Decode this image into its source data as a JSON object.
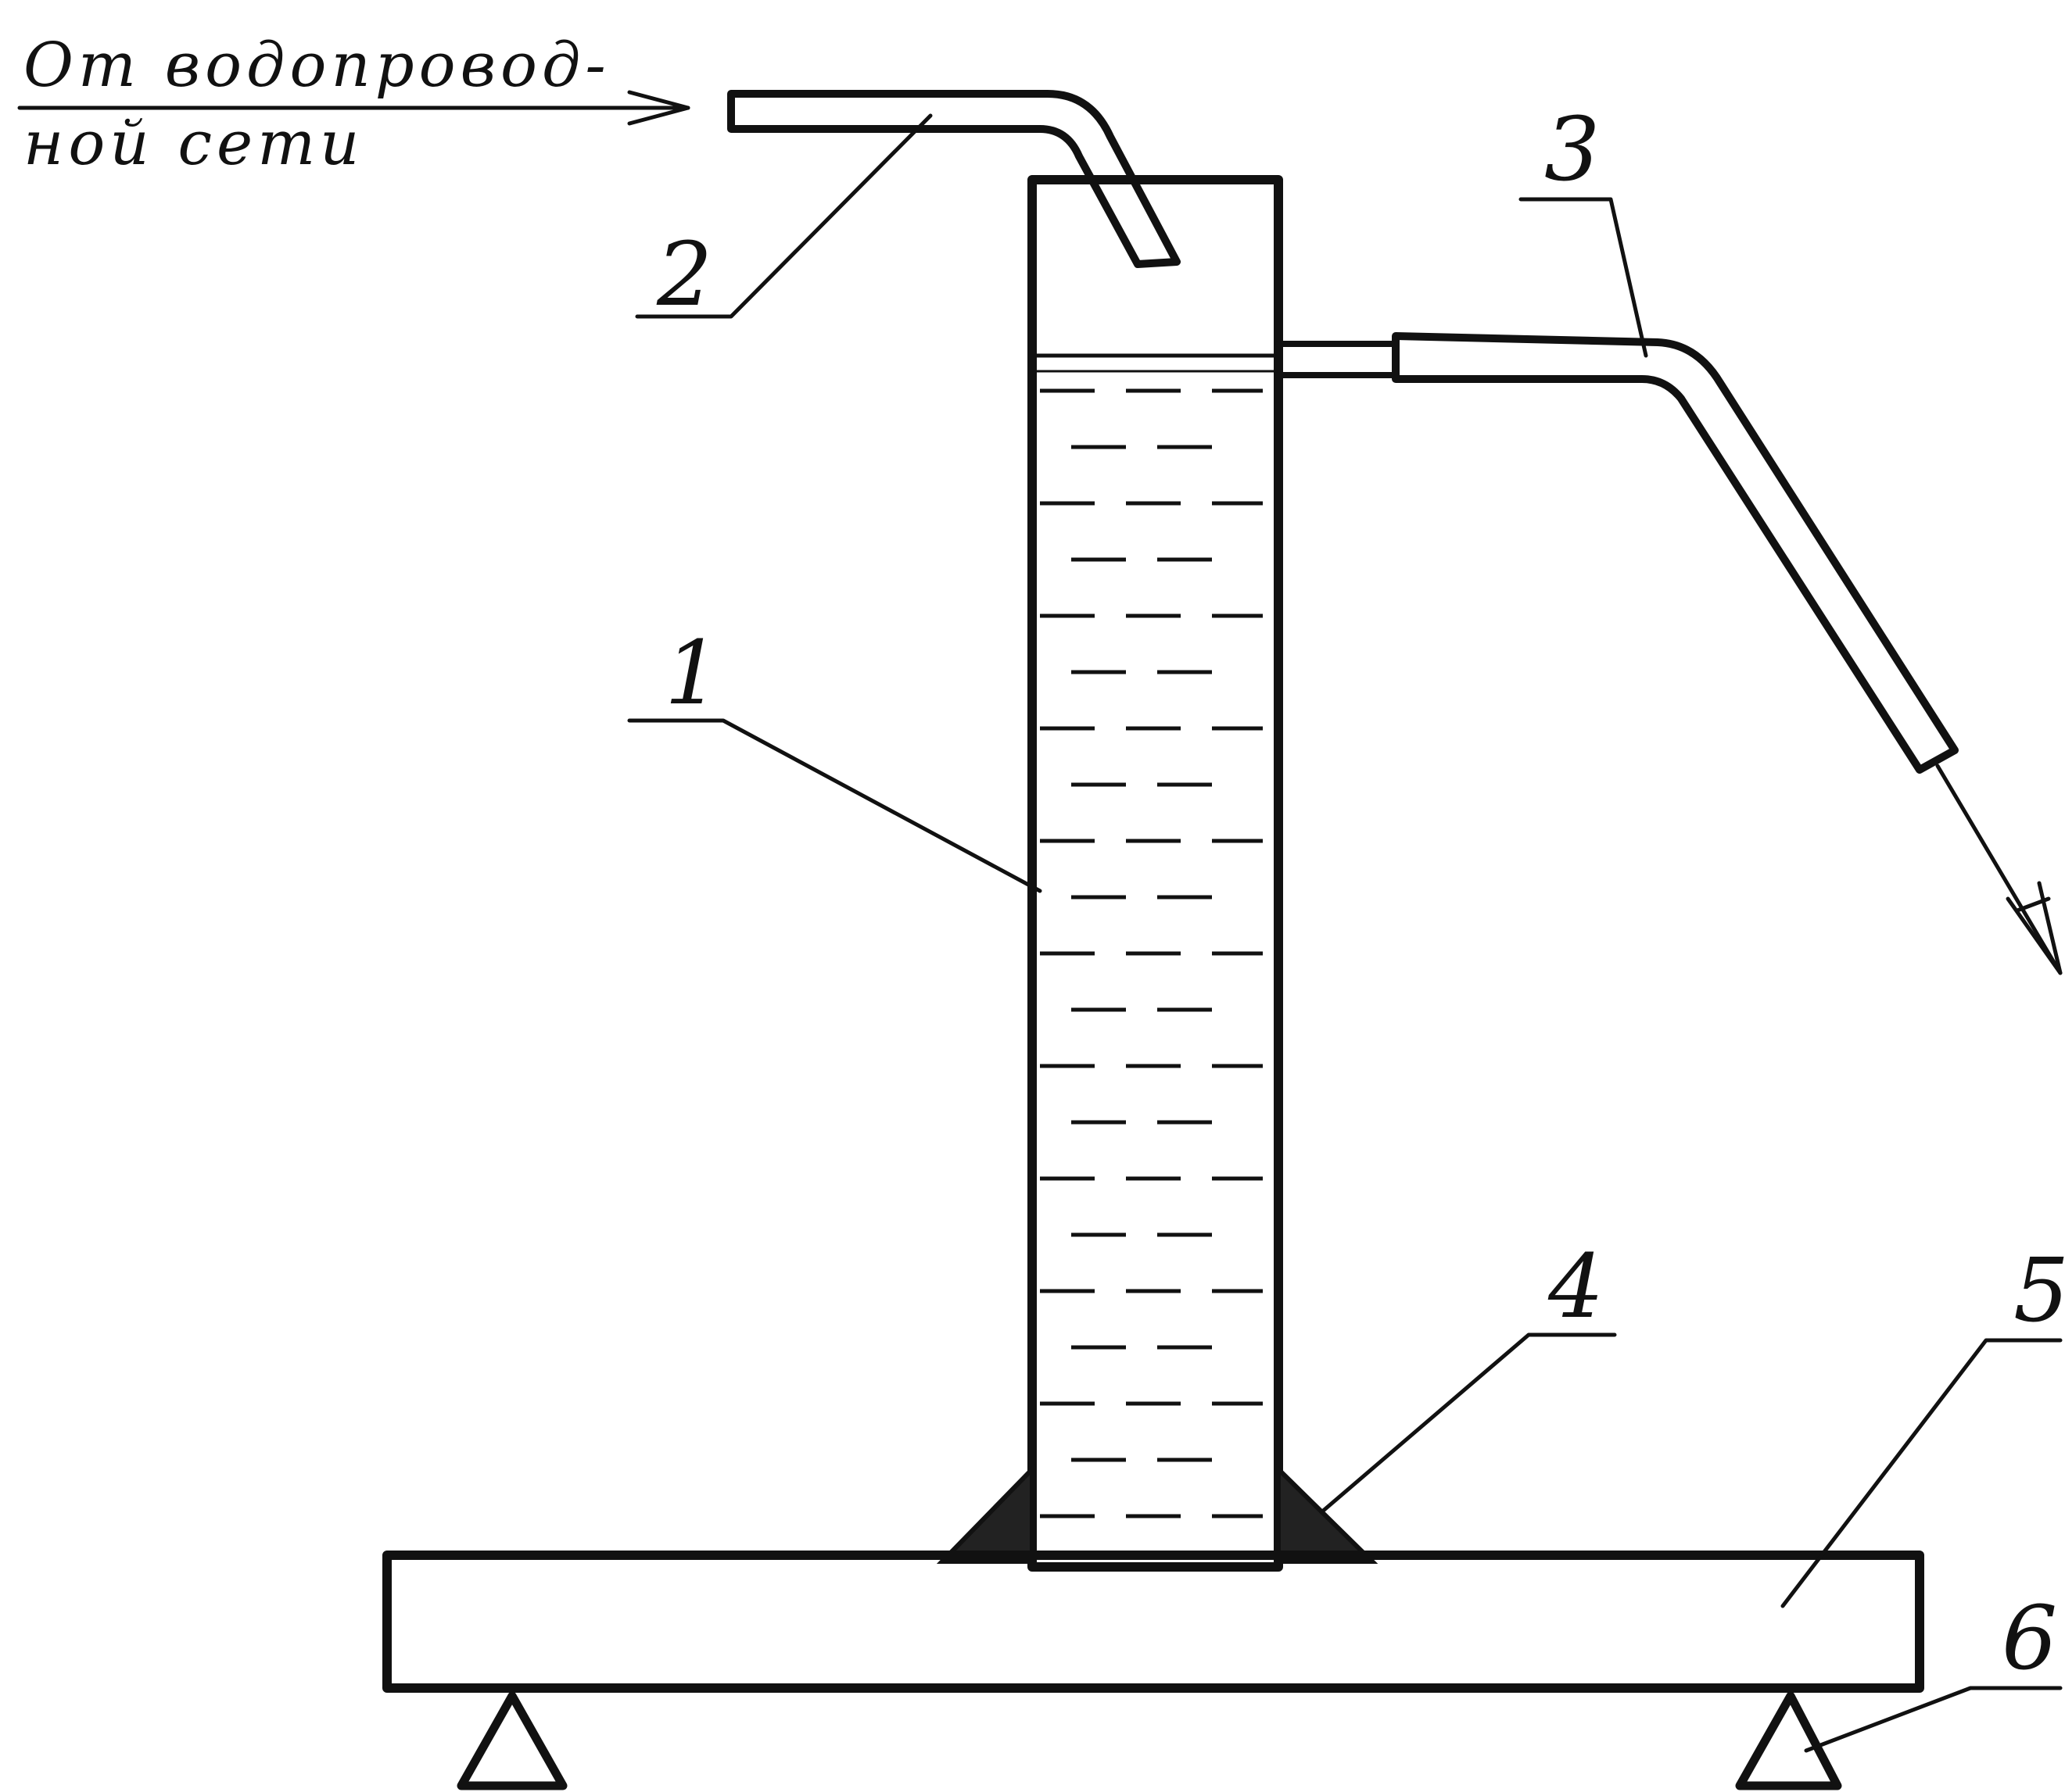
{
  "source_label": {
    "line1": "От водопровод-",
    "line2": "ной сети"
  },
  "callouts": {
    "c1": "1",
    "c2": "2",
    "c3": "3",
    "c4": "4",
    "c5": "5",
    "c6": "6"
  }
}
